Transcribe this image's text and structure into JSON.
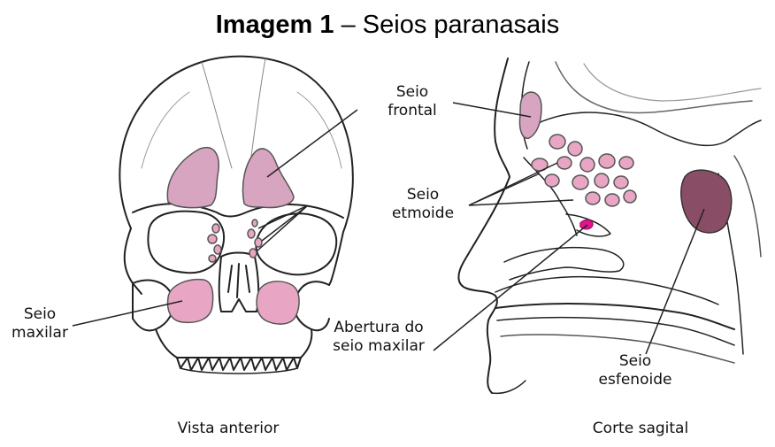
{
  "title": {
    "bold": "Imagem 1",
    "rest": " – Seios paranasais"
  },
  "labels": {
    "frontal": [
      "Seio",
      "frontal"
    ],
    "etmoide": [
      "Seio",
      "etmoide"
    ],
    "maxilar": [
      "Seio",
      "maxilar"
    ],
    "abertura": [
      "Abertura do",
      "seio maxilar"
    ],
    "esfenoide": [
      "Seio",
      "esfenoide"
    ]
  },
  "captions": {
    "left": "Vista anterior",
    "right": "Corte sagital"
  },
  "colors": {
    "sinus_pink": "#e8a6c4",
    "sinus_frontal": "#d7a5c0",
    "sinus_sphenoid": "#8a4d66",
    "opening_magenta": "#e0158c",
    "bone_outline": "#222222"
  }
}
